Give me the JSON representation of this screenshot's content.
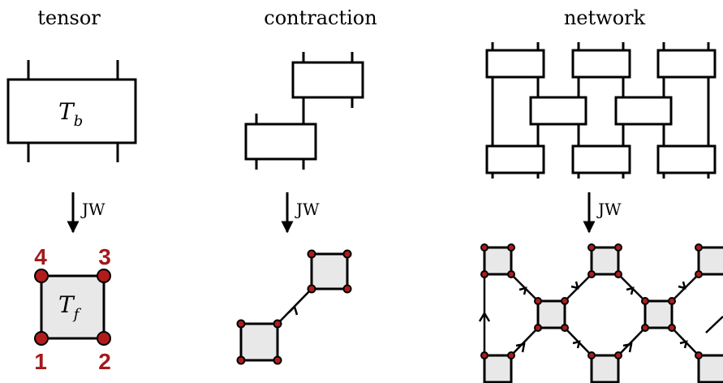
{
  "columns": {
    "tensor": {
      "title": "tensor",
      "boson_label": "T",
      "boson_sub": "b",
      "fermion_label": "T",
      "fermion_sub": "f",
      "corner_numbers": [
        "4",
        "3",
        "1",
        "2"
      ]
    },
    "contraction": {
      "title": "contraction"
    },
    "network": {
      "title": "network"
    }
  },
  "mapping_label": "JW",
  "colors": {
    "dot": "#b01c1c",
    "number": "#a3191b",
    "fermion_fill": "#e8e8e8"
  }
}
